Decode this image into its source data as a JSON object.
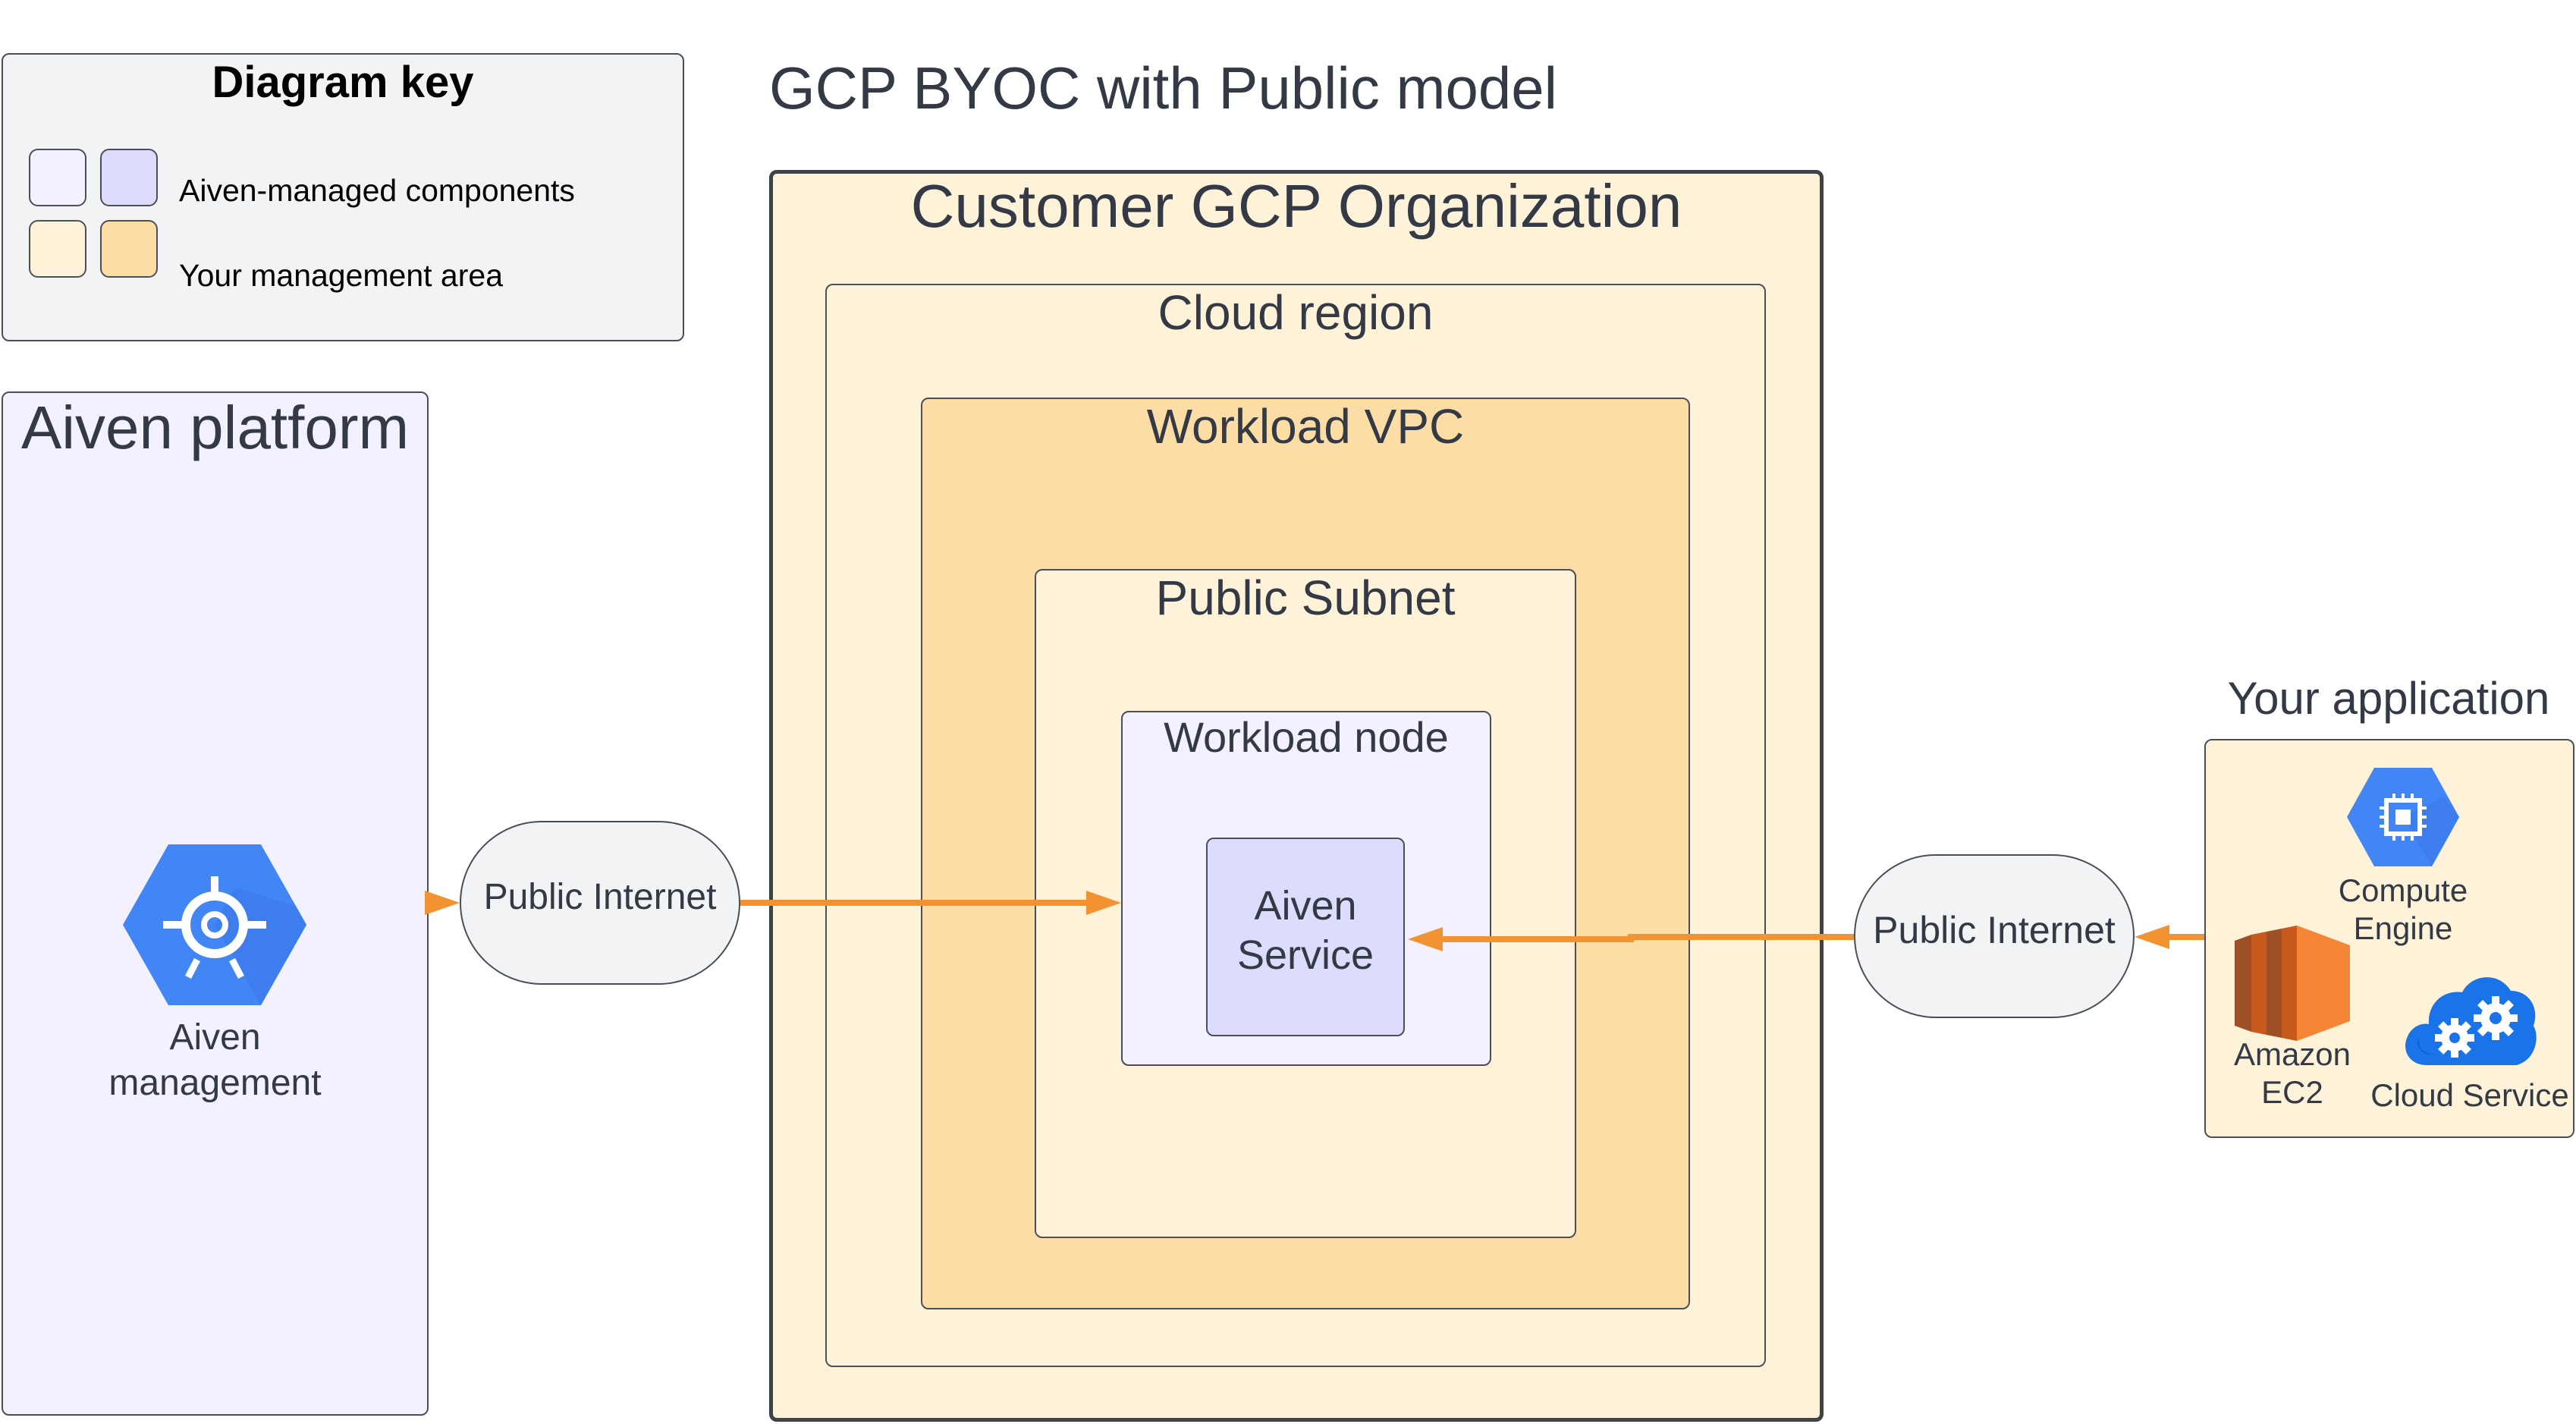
{
  "title": "GCP BYOC with Public model",
  "key": {
    "title": "Diagram key",
    "aiven_label": "Aiven-managed components",
    "your_label": "Your management area",
    "colors": {
      "aiven_light": "#f2f1fd",
      "aiven_dark": "#dcdcfc",
      "your_light": "#fef2d9",
      "your_dark": "#fddda6"
    }
  },
  "aiven_platform": {
    "title": "Aiven platform",
    "management_icon": "gcp-hexagon-icon",
    "management_label_line1": "Aiven",
    "management_label_line2": "management"
  },
  "internet_left": {
    "label": "Public Internet"
  },
  "internet_right": {
    "label": "Public Internet"
  },
  "customer": {
    "org_title": "Customer GCP Organization",
    "region_title": "Cloud region",
    "vpc_title": "Workload VPC",
    "subnet_title": "Public Subnet",
    "node_title": "Workload node",
    "service_line1": "Aiven",
    "service_line2": "Service"
  },
  "application": {
    "title": "Your application",
    "compute_engine_line1": "Compute",
    "compute_engine_line2": "Engine",
    "ec2_line1": "Amazon",
    "ec2_line2": "EC2",
    "cloud_service": "Cloud Service",
    "icons": [
      "compute-engine-icon",
      "amazon-ec2-icon",
      "cloud-service-icon"
    ]
  },
  "colors": {
    "arrow": "#f39230",
    "border": "#4a4f57",
    "gcp_blue": "#4285f4",
    "cloud_blue": "#1a73e8"
  }
}
